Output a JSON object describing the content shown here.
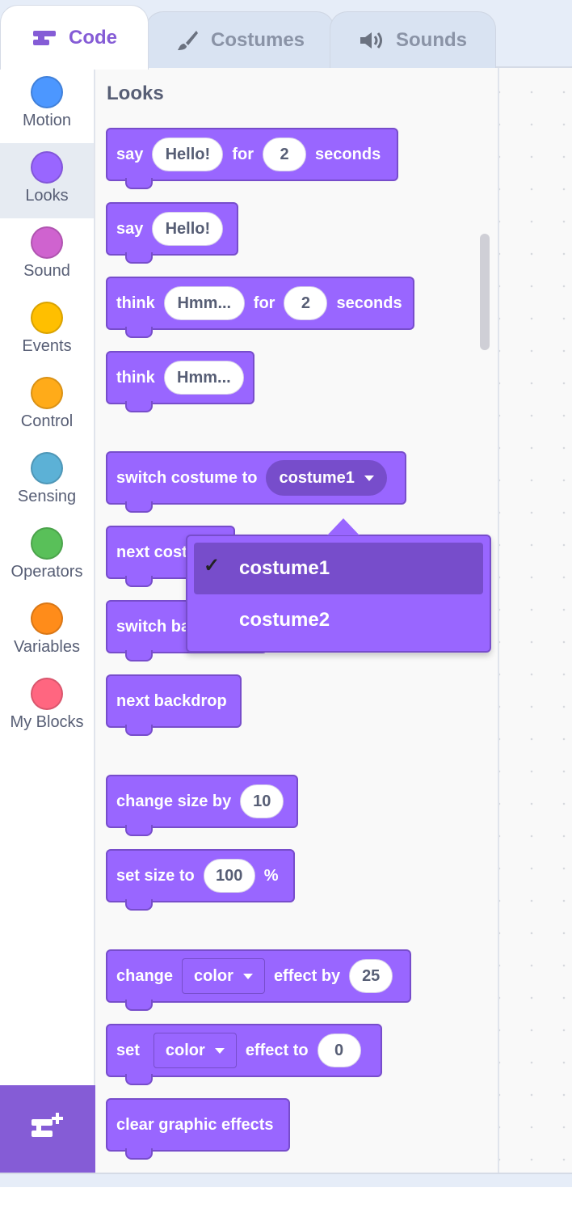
{
  "tabs": [
    {
      "label": "Code",
      "icon": "code-icon",
      "active": true
    },
    {
      "label": "Costumes",
      "icon": "brush-icon",
      "active": false
    },
    {
      "label": "Sounds",
      "icon": "speaker-icon",
      "active": false
    }
  ],
  "categories": [
    {
      "label": "Motion",
      "color": "#4c97ff"
    },
    {
      "label": "Looks",
      "color": "#9966ff",
      "selected": true
    },
    {
      "label": "Sound",
      "color": "#cf63cf"
    },
    {
      "label": "Events",
      "color": "#ffbf00"
    },
    {
      "label": "Control",
      "color": "#ffab19"
    },
    {
      "label": "Sensing",
      "color": "#5cb1d6"
    },
    {
      "label": "Operators",
      "color": "#59c059"
    },
    {
      "label": "Variables",
      "color": "#ff8c1a"
    },
    {
      "label": "My Blocks",
      "color": "#ff6680"
    }
  ],
  "palette": {
    "title": "Looks",
    "blocks": {
      "say_for": {
        "t1": "say",
        "v1": "Hello!",
        "t2": "for",
        "v2": "2",
        "t3": "seconds"
      },
      "say": {
        "t1": "say",
        "v1": "Hello!"
      },
      "think_for": {
        "t1": "think",
        "v1": "Hmm...",
        "t2": "for",
        "v2": "2",
        "t3": "seconds"
      },
      "think": {
        "t1": "think",
        "v1": "Hmm..."
      },
      "switch_costume": {
        "t1": "switch costume to",
        "v1": "costume1"
      },
      "next_costume": {
        "t1": "next cost"
      },
      "switch_backdrop": {
        "t1": "switch ba"
      },
      "next_backdrop": {
        "t1": "next backdrop"
      },
      "change_size": {
        "t1": "change size by",
        "v1": "10"
      },
      "set_size": {
        "t1": "set size to",
        "v1": "100",
        "t2": "%"
      },
      "change_effect": {
        "t1": "change",
        "v1": "color",
        "t2": "effect by",
        "v2": "25"
      },
      "set_effect": {
        "t1": "set",
        "v1": "color",
        "t2": "effect to",
        "v2": "0"
      },
      "clear_effects": {
        "t1": "clear graphic effects"
      }
    }
  },
  "dropdown": {
    "items": [
      {
        "label": "costume1",
        "checked": true,
        "check": "✓"
      },
      {
        "label": "costume2",
        "checked": false
      }
    ]
  },
  "colors": {
    "looks": "#9966ff",
    "looks_dark": "#774dcb",
    "accent": "#855cd6"
  }
}
